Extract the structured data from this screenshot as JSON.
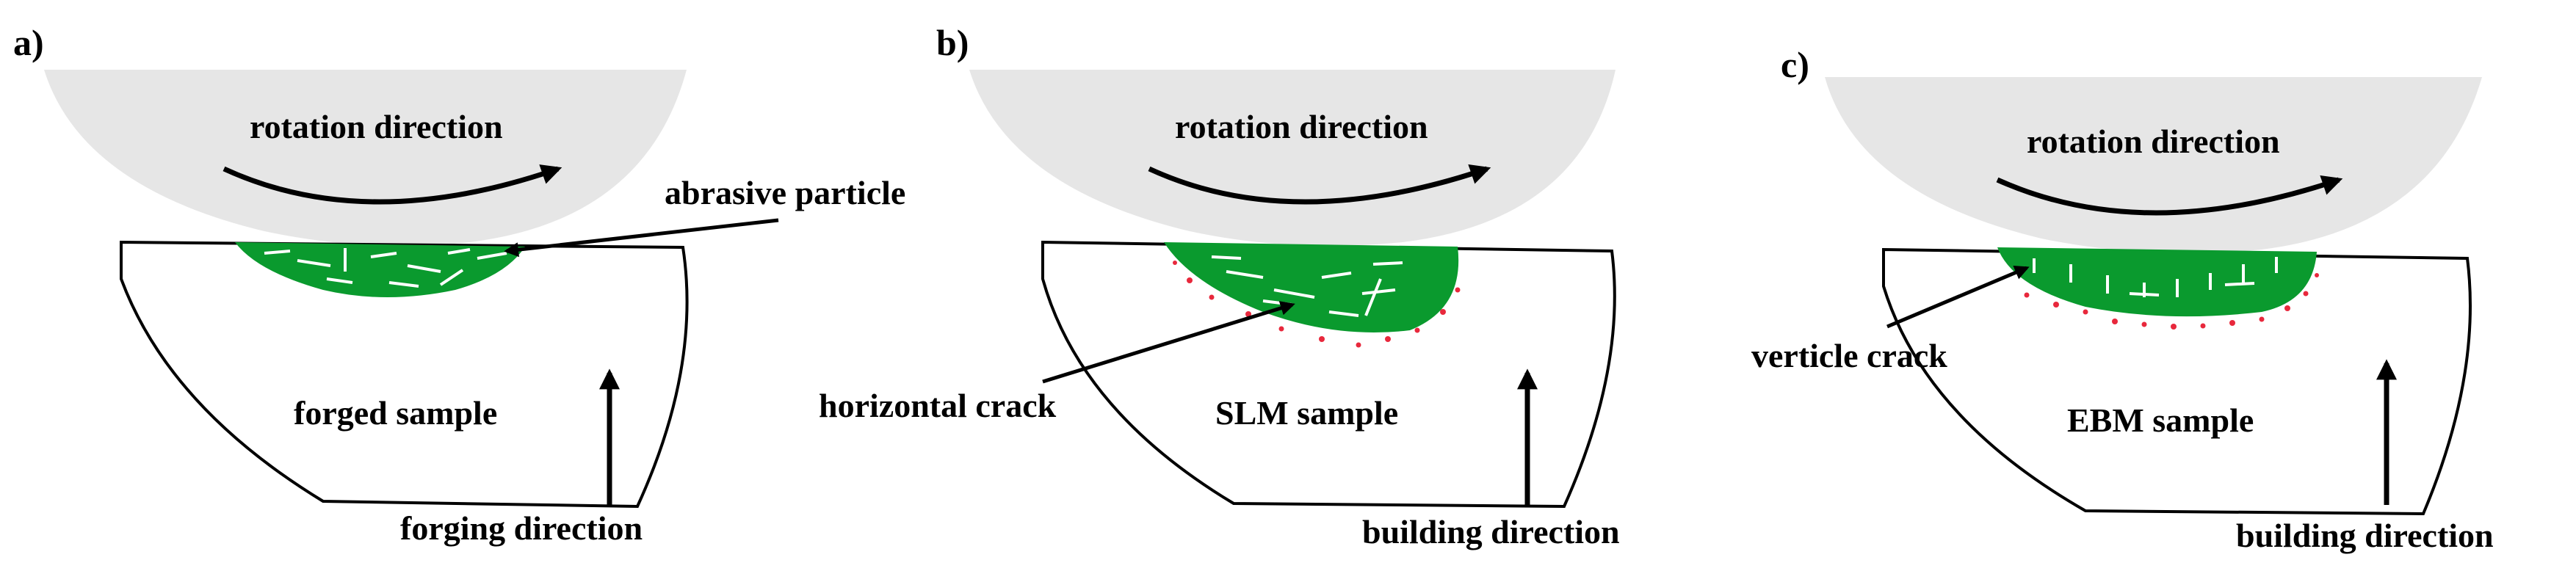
{
  "colors": {
    "wheel": "#e6e6e6",
    "wear_zone": "#0a9a2e",
    "debris": "#e8283c",
    "outline": "#000000",
    "crack": "#ffffff"
  },
  "panels": [
    {
      "letter": "a)",
      "rotation_label": "rotation direction",
      "sample_label": "forged sample",
      "direction_label": "forging direction",
      "callout_label": "abrasive particle",
      "crack_type": "mixed"
    },
    {
      "letter": "b)",
      "rotation_label": "rotation direction",
      "sample_label": "SLM sample",
      "direction_label": "building direction",
      "callout_label": "horizontal crack",
      "crack_type": "horizontal"
    },
    {
      "letter": "c)",
      "rotation_label": "rotation direction",
      "sample_label": "EBM sample",
      "direction_label": "building direction",
      "callout_label": "verticle crack",
      "crack_type": "vertical"
    }
  ]
}
